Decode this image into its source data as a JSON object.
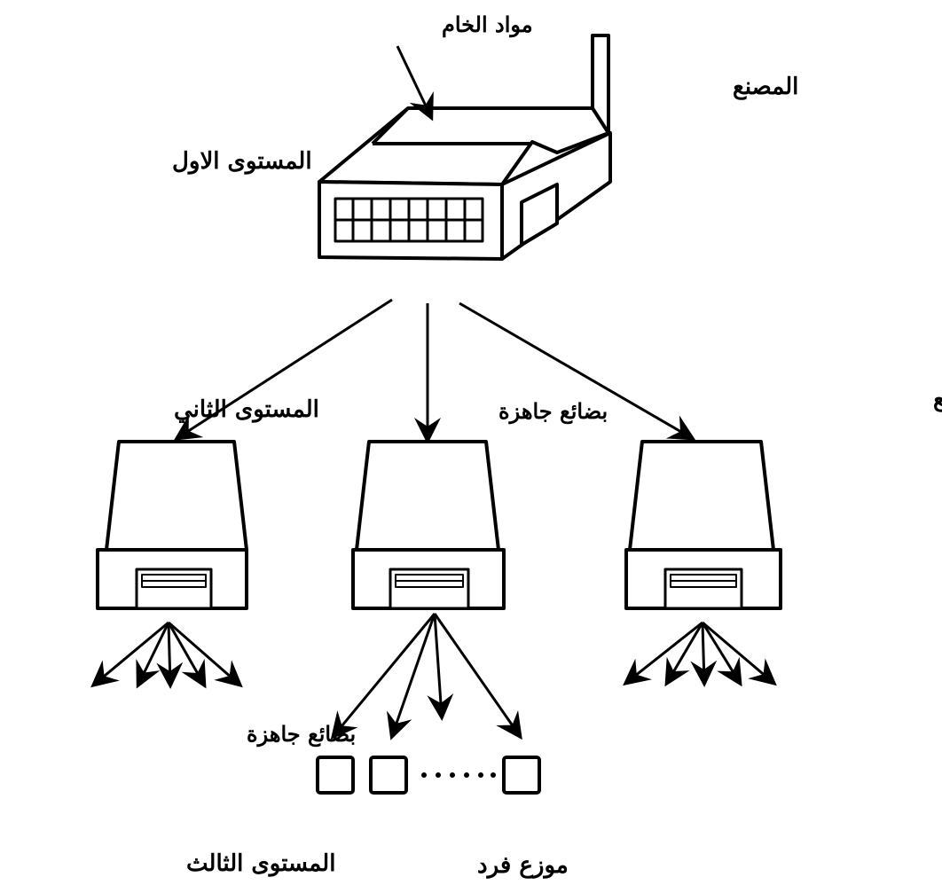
{
  "labels": {
    "raw_materials": "مواد الخام",
    "factory": "المصنع",
    "level_one": "المستوى الاول",
    "level_two": "المستوى الثاني",
    "finished_goods_top": "بضائع جاهزة",
    "distribution_center": "مركز التوزيع",
    "finished_goods_bottom": "بضائع جاهزة",
    "individual_distributor": "موزع فرد",
    "level_three": "المستوى الثالث"
  },
  "colors": {
    "stroke": "#000000",
    "background": "#ffffff"
  }
}
